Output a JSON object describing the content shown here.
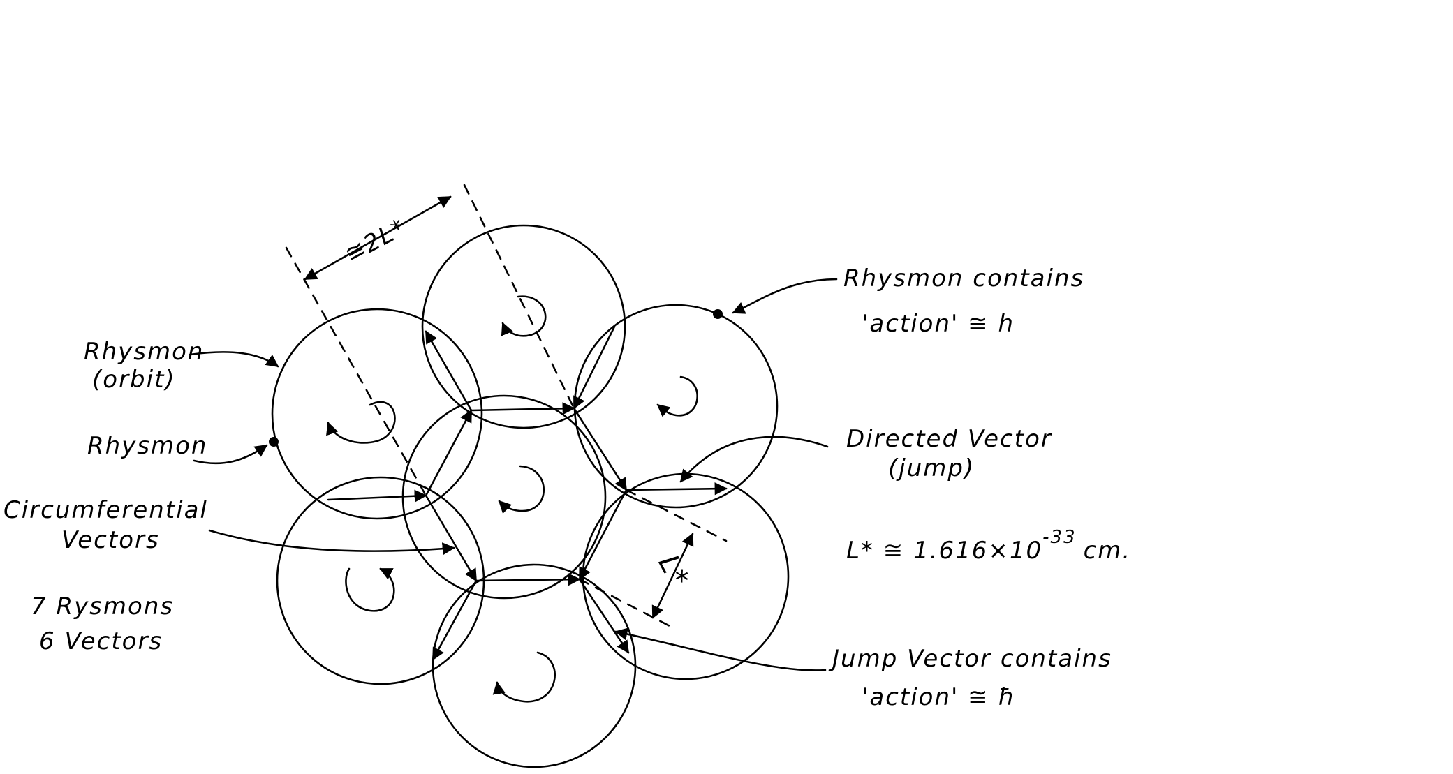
{
  "labels": {
    "spacing": "≅2L*",
    "rhysmon_orbit_l1": "Rhysmon",
    "rhysmon_orbit_l2": "(orbit)",
    "rhysmon_point": "Rhysmon",
    "circumferential_l1": "Circumferential",
    "circumferential_l2": "Vectors",
    "count_l1": "7 Rysmons",
    "count_l2": "6 Vectors",
    "contains_action_l1": "Rhysmon contains",
    "contains_action_l2": "'action' ≅ h",
    "directed_vector_l1": "Directed Vector",
    "directed_vector_l2": "(jump)",
    "planck_length_base": "L* ≅ 1.616×10",
    "planck_length_exp": "-33",
    "planck_length_unit": "cm.",
    "l_star": "L*",
    "jump_vector_l1": "Jump Vector contains",
    "jump_vector_l2": "'action' ≅ ħ"
  },
  "colors": {
    "ink": "#000000",
    "background": "#ffffff"
  }
}
